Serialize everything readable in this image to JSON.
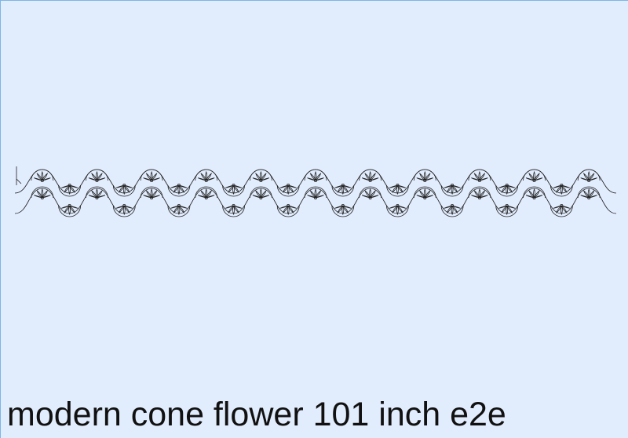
{
  "caption": "modern cone flower 101 inch e2e",
  "colors": {
    "background": "#e1ecfd",
    "border": "#7fb6e6",
    "line": "#222222"
  },
  "pattern": {
    "motif": "cone-flower",
    "repeats": 11,
    "rows": 2
  }
}
